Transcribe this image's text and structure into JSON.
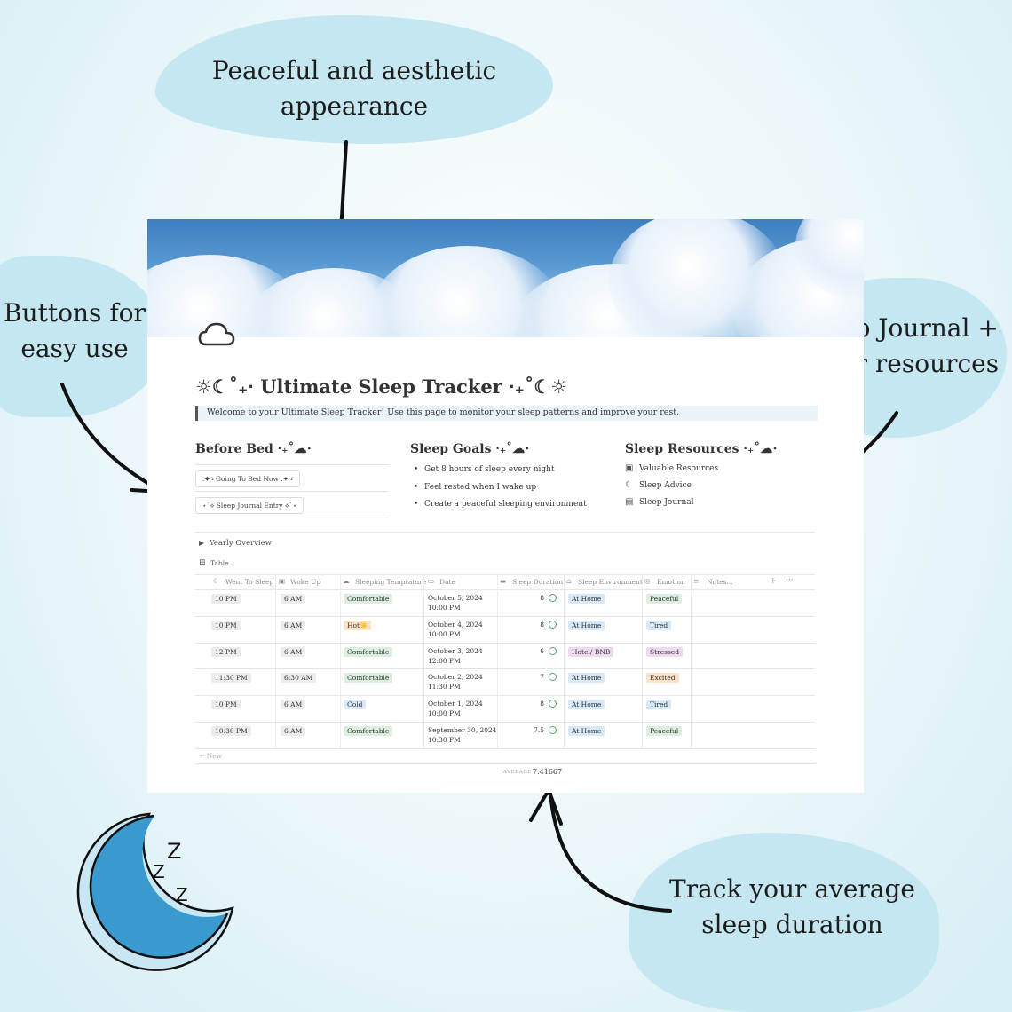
{
  "callouts": {
    "top": [
      "Peaceful and aesthetic",
      "appearance"
    ],
    "left": [
      "Buttons for",
      "easy use"
    ],
    "right": [
      "Sleep Journal +",
      "other resources"
    ],
    "bottom": [
      "Track your average",
      "sleep duration"
    ]
  },
  "page": {
    "title": "☼☾˚₊‧ Ultimate Sleep Tracker ‧₊˚☾☼",
    "welcome": "Welcome to your Ultimate Sleep Tracker! Use this page to monitor your sleep patterns and improve your rest.",
    "before_bed": {
      "heading": "Before Bed ‧₊˚☁︎⋅",
      "buttons": [
        ".✦ ݁˖ Going To Bed Now .✦ ݁˖",
        "⋆˙⟡ Sleep Journal Entry ⟡˙⋆"
      ]
    },
    "sleep_goals": {
      "heading": "Sleep Goals ‧₊˚☁︎⋅",
      "items": [
        "Get 8 hours of sleep every night",
        "Feel rested when I wake up",
        "Create a peaceful sleeping environment"
      ]
    },
    "sleep_resources": {
      "heading": "Sleep Resources ‧₊˚☁︎⋅",
      "items": [
        "Valuable Resources",
        "Sleep Advice",
        "Sleep Journal"
      ]
    },
    "yearly_overview": "Yearly Overview",
    "view_tab": "Table",
    "table": {
      "headers": [
        "Went To Sleep",
        "Woke Up",
        "Sleeping Temprature",
        "Date",
        "Sleep Duration",
        "Sleep Environment",
        "Emotion",
        "Notes..."
      ],
      "rows": [
        {
          "went": "10 PM",
          "woke": "6 AM",
          "temp": "Comfortable",
          "date1": "October 5, 2024",
          "date2": "10:00 PM",
          "dur": "8",
          "env": "At Home",
          "emo": "Peaceful"
        },
        {
          "went": "10 PM",
          "woke": "6 AM",
          "temp": "Hot☀️",
          "date1": "October 4, 2024",
          "date2": "10:00 PM",
          "dur": "8",
          "env": "At Home",
          "emo": "Tired"
        },
        {
          "went": "12 PM",
          "woke": "6 AM",
          "temp": "Comfortable",
          "date1": "October 3, 2024",
          "date2": "12:00 PM",
          "dur": "6",
          "env": "Hotel/ BNB",
          "emo": "Stressed"
        },
        {
          "went": "11:30 PM",
          "woke": "6:30 AM",
          "temp": "Comfortable",
          "date1": "October 2, 2024",
          "date2": "11:30 PM",
          "dur": "7",
          "env": "At Home",
          "emo": "Excited"
        },
        {
          "went": "10 PM",
          "woke": "6 AM",
          "temp": "Cold",
          "date1": "October 1, 2024",
          "date2": "10:00 PM",
          "dur": "8",
          "env": "At Home",
          "emo": "Tired"
        },
        {
          "went": "10:30 PM",
          "woke": "6 AM",
          "temp": "Comfortable",
          "date1": "September 30, 2024",
          "date2": "10:30 PM",
          "dur": "7.5",
          "env": "At Home",
          "emo": "Peaceful"
        }
      ],
      "new_label": "+ New",
      "average_label": "AVERAGE",
      "average_value": "7.41667"
    }
  },
  "colors": {
    "temp": {
      "Comfortable": "#dcefdf",
      "Hot☀️": "#fbe3c8",
      "Cold": "#dbe9f7"
    },
    "env": {
      "At Home": "#d7e8f6",
      "Hotel/ BNB": "#efd9ef"
    },
    "emo": {
      "Peaceful": "#dcefdf",
      "Tired": "#d7e8f6",
      "Stressed": "#efd9ef",
      "Excited": "#fbe3c8"
    }
  }
}
